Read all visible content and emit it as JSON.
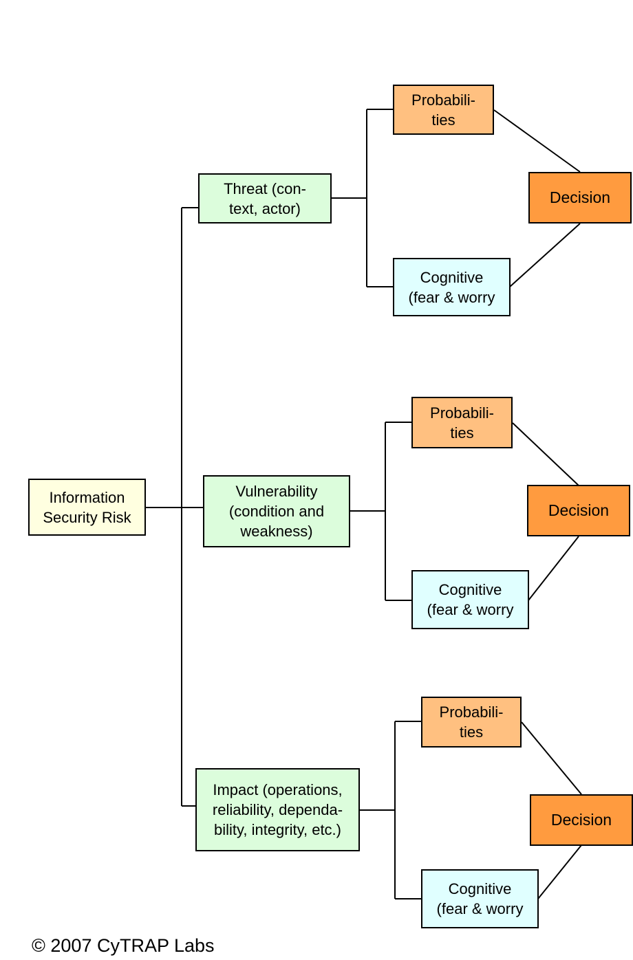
{
  "diagram": {
    "root": {
      "label": "Information\nSecurity Risk"
    },
    "branches": [
      {
        "factor": "Threat (con-\ntext, actor)",
        "probabilities": "Probabili-\nties",
        "cognitive": "Cognitive\n(fear & worry",
        "decision": "Decision"
      },
      {
        "factor": "Vulnerability\n(condition and\nweakness)",
        "probabilities": "Probabili-\nties",
        "cognitive": "Cognitive\n(fear & worry",
        "decision": "Decision"
      },
      {
        "factor": "Impact  (operations,\nreliability, dependa-\nbility, integrity, etc.)",
        "probabilities": "Probabili-\nties",
        "cognitive": "Cognitive\n(fear & worry",
        "decision": "Decision"
      }
    ]
  },
  "footer": {
    "copyright": "© 2007 CyTRAP Labs"
  },
  "colors": {
    "root": "#ffffe0",
    "factor": "#dcfddc",
    "probabilities": "#ffc080",
    "cognitive": "#e0ffff",
    "decision": "#ff9b3f",
    "line": "#000000"
  }
}
